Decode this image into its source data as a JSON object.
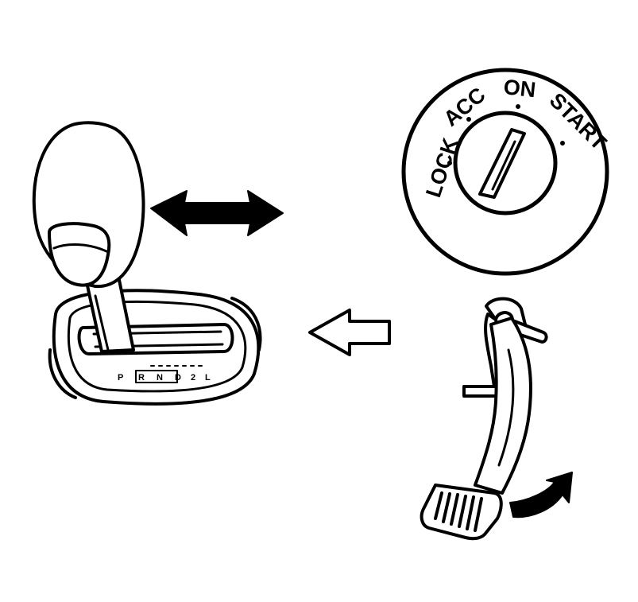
{
  "ignition": {
    "lock": "LOCK",
    "acc": "ACC",
    "on": "ON",
    "start": "START"
  },
  "shifter": {
    "gears": [
      "P",
      "R",
      "N",
      "D",
      "2",
      "L"
    ]
  },
  "colors": {
    "ink": "#000000",
    "background": "#ffffff"
  }
}
